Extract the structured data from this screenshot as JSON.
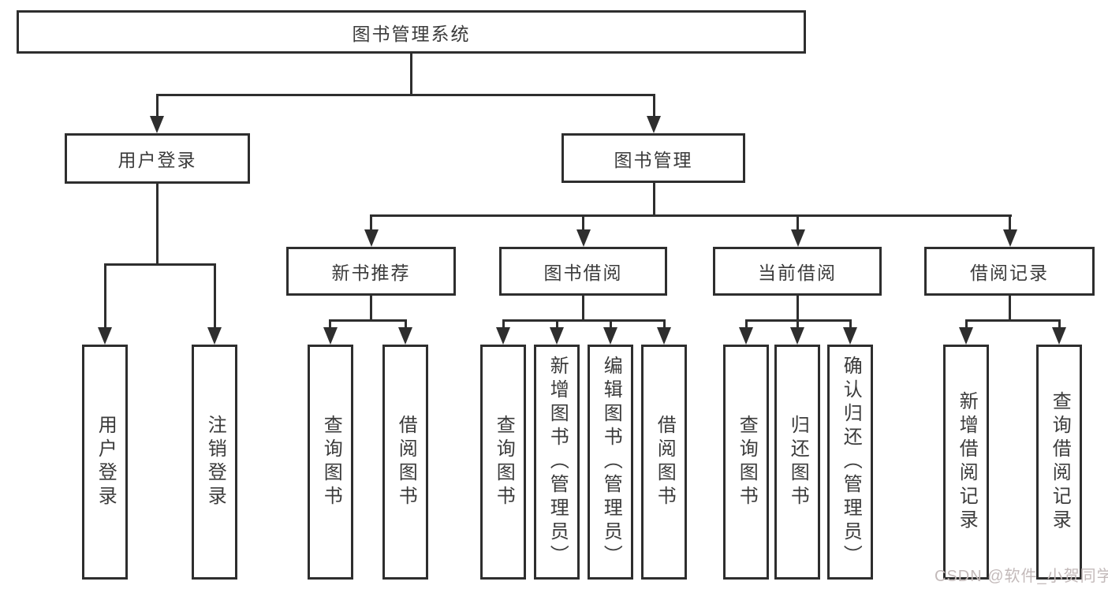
{
  "tree": {
    "label": "图书管理系统",
    "children": [
      {
        "label": "用户登录",
        "children": [
          {
            "label": "用户登录"
          },
          {
            "label": "注销登录"
          }
        ]
      },
      {
        "label": "图书管理",
        "children": [
          {
            "label": "新书推荐",
            "children": [
              {
                "label": "查询图书"
              },
              {
                "label": "借阅图书"
              }
            ]
          },
          {
            "label": "图书借阅",
            "children": [
              {
                "label": "查询图书"
              },
              {
                "label": "新增图书（管理员）"
              },
              {
                "label": "编辑图书（管理员）"
              },
              {
                "label": "借阅图书"
              }
            ]
          },
          {
            "label": "当前借阅",
            "children": [
              {
                "label": "查询图书"
              },
              {
                "label": "归还图书"
              },
              {
                "label": "确认归还（管理员）"
              }
            ]
          },
          {
            "label": "借阅记录",
            "children": [
              {
                "label": "新增借阅记录"
              },
              {
                "label": "查询借阅记录"
              }
            ]
          }
        ]
      }
    ]
  },
  "watermark": {
    "text": "CSDN @软件_小贺同学",
    "color": "#c3baba"
  },
  "colors": {
    "line": "#2e2e2e",
    "border": "#2e2e2e",
    "text": "#3b3b3b",
    "background": "#ffffff"
  }
}
